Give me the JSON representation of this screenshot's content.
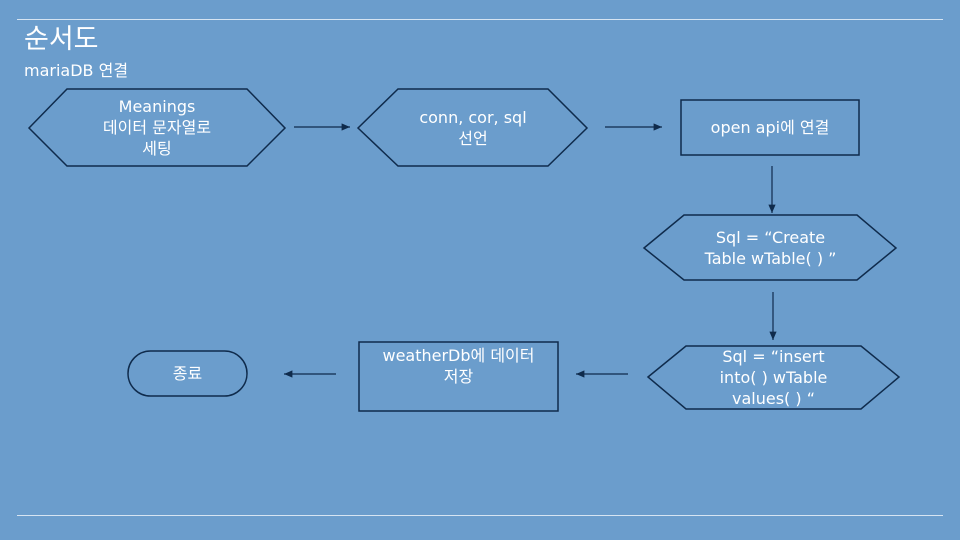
{
  "header": {
    "title": "순서도",
    "subtitle": "mariaDB 연결"
  },
  "colors": {
    "background": "#6b9dcc",
    "stroke": "#0f2b4c",
    "rule": "#d6e4f2",
    "text": "#ffffff"
  },
  "nodes": [
    {
      "id": "meanings",
      "shape": "hexagon",
      "text": "Meanings\n데이터 문자열로\n세팅"
    },
    {
      "id": "declare",
      "shape": "hexagon",
      "text": "conn, cor, sql\n선언"
    },
    {
      "id": "openapi",
      "shape": "rectangle",
      "text": "open api에 연결"
    },
    {
      "id": "create",
      "shape": "hexagon",
      "text": "Sql  = “Create\nTable wTable( ) ”"
    },
    {
      "id": "insert",
      "shape": "hexagon",
      "text": "Sql  = “insert\ninto( ) wTable\nvalues( ) “"
    },
    {
      "id": "save",
      "shape": "rectangle",
      "text": "weatherDb에 데이터\n저장"
    },
    {
      "id": "end",
      "shape": "terminator",
      "text": "종료"
    }
  ],
  "edges": [
    {
      "from": "meanings",
      "to": "declare"
    },
    {
      "from": "declare",
      "to": "openapi"
    },
    {
      "from": "openapi",
      "to": "create"
    },
    {
      "from": "create",
      "to": "insert"
    },
    {
      "from": "insert",
      "to": "save"
    },
    {
      "from": "save",
      "to": "end"
    }
  ]
}
